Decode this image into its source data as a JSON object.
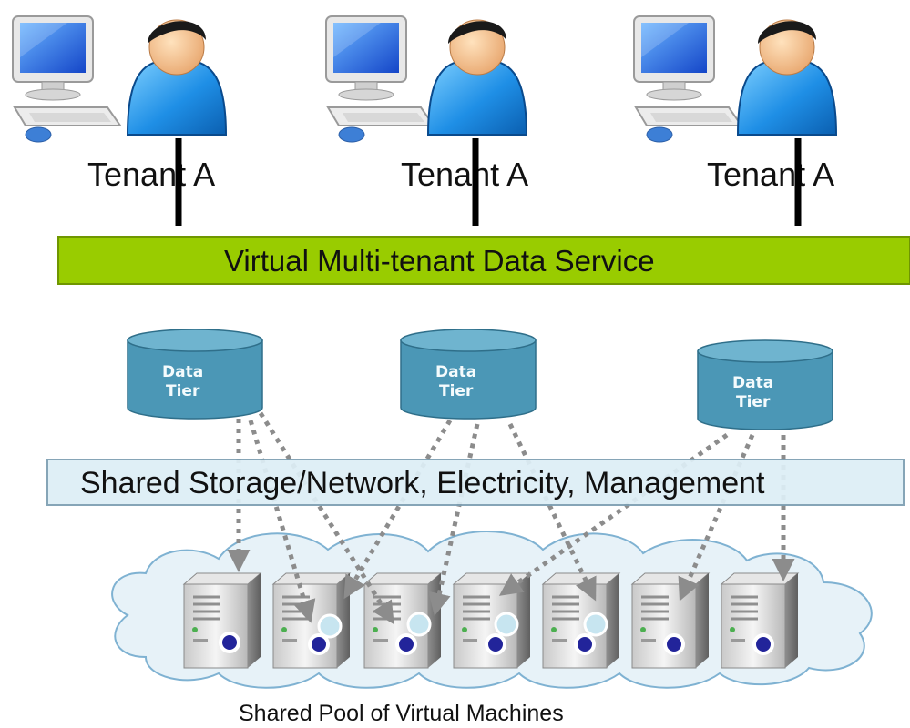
{
  "tenants": [
    {
      "label": "Tenant A"
    },
    {
      "label": "Tenant A"
    },
    {
      "label": "Tenant A"
    }
  ],
  "service_bar": {
    "label": "Virtual Multi-tenant Data Service",
    "color": "#99cc00"
  },
  "data_tiers": [
    {
      "line1": "Data",
      "line2": "Tier"
    },
    {
      "line1": "Data",
      "line2": "Tier"
    },
    {
      "line1": "Data",
      "line2": "Tier"
    }
  ],
  "shared_bar": {
    "label": "Shared Storage/Network, Electricity, Management",
    "color": "#ddeef6"
  },
  "pool": {
    "caption": "Shared Pool of Virtual Machines"
  },
  "colors": {
    "tier_fill": "#4b97b6",
    "arrow": "#8c8c8c",
    "cloud_fill": "#e7f2f8",
    "cloud_stroke": "#7fb2d2",
    "vm_badge": "#22249a"
  }
}
